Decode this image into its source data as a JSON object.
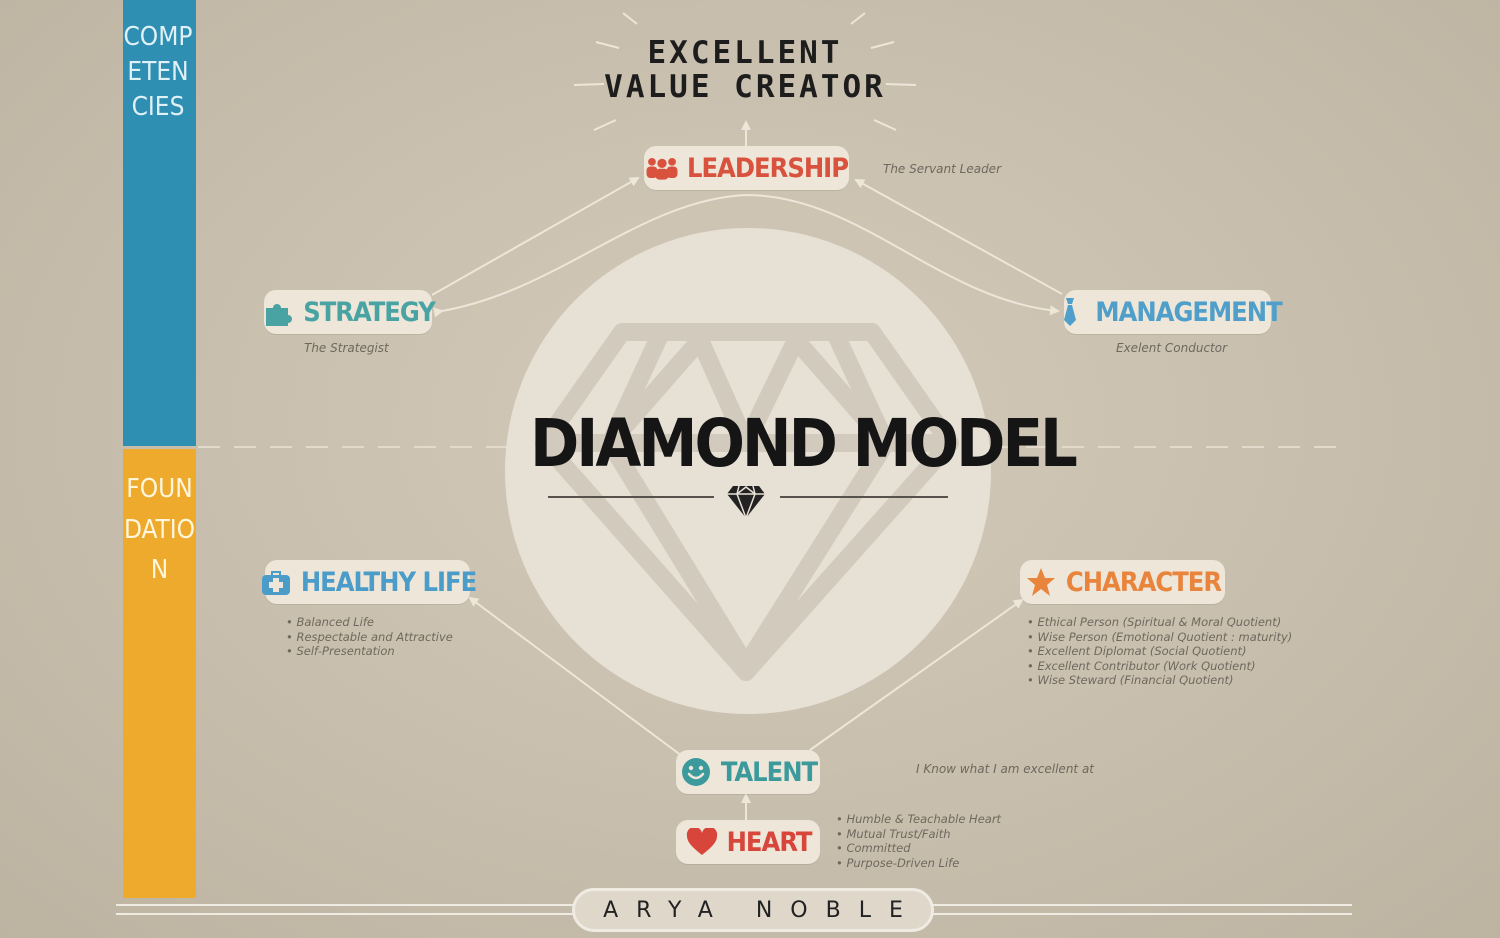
{
  "sidebar": {
    "competencies": "COMPETENCIES",
    "foundation": "FOUNDATION"
  },
  "goal": {
    "line1": "EXCELLENT",
    "line2": "VALUE CREATOR"
  },
  "center_title": "DIAMOND MODEL",
  "nodes": {
    "leadership": {
      "label": "LEADERSHIP",
      "tagline": "The Servant Leader",
      "color": "#d8523e"
    },
    "strategy": {
      "label": "STRATEGY",
      "tagline": "The Strategist",
      "color": "#4aa3a3"
    },
    "management": {
      "label": "MANAGEMENT",
      "tagline": "Exelent Conductor",
      "color": "#4f9fca"
    },
    "healthy_life": {
      "label": "HEALTHY LIFE",
      "color": "#4b9cc8",
      "bullets": [
        "Balanced Life",
        "Respectable and Attractive",
        "Self-Presentation"
      ]
    },
    "character": {
      "label": "CHARACTER",
      "color": "#e8843c",
      "bullets": [
        "Ethical Person (Spiritual & Moral Quotient)",
        "Wise Person (Emotional Quotient : maturity)",
        "Excellent Diplomat (Social Quotient)",
        "Excellent Contributor (Work Quotient)",
        "Wise Steward (Financial Quotient)"
      ]
    },
    "talent": {
      "label": "TALENT",
      "tagline": "I Know what I am excellent at",
      "color": "#3c9a9c"
    },
    "heart": {
      "label": "HEART",
      "color": "#d8453a",
      "bullets": [
        "Humble & Teachable Heart",
        "Mutual Trust/Faith",
        "Committed",
        "Purpose-Driven Life"
      ]
    }
  },
  "author": "ARYA NOBLE",
  "icons": {
    "leadership": "group-icon",
    "strategy": "puzzle-icon",
    "management": "tie-icon",
    "healthy_life": "first-aid-kit-icon",
    "character": "star-icon",
    "talent": "smiley-icon",
    "heart": "heart-icon",
    "center": "diamond-icon"
  }
}
